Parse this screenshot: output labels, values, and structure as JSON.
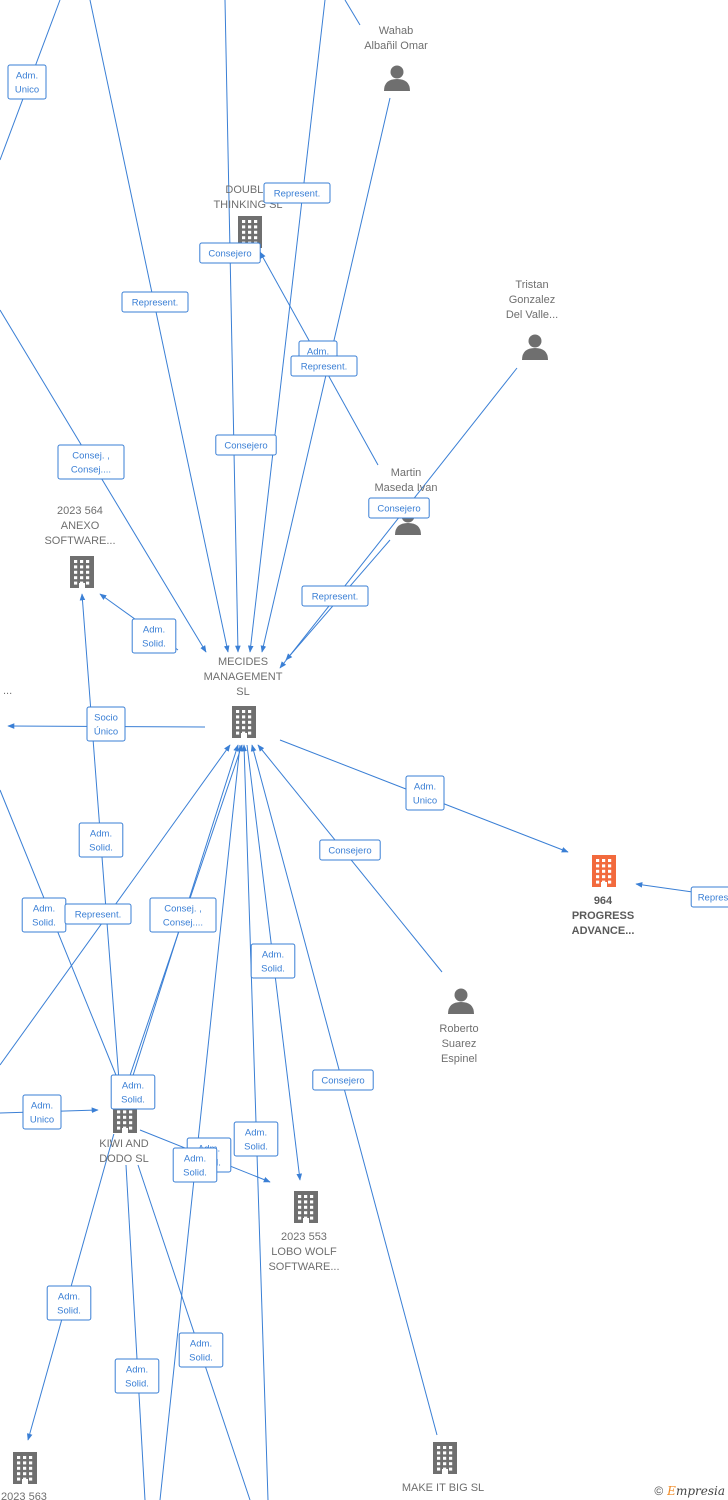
{
  "nodes": [
    {
      "id": "wahab",
      "type": "person",
      "lines": [
        "Wahab",
        "Albañil Omar"
      ]
    },
    {
      "id": "double",
      "type": "company",
      "lines": [
        "DOUBLE",
        "THINKING SL"
      ]
    },
    {
      "id": "tristan",
      "type": "person",
      "lines": [
        "Tristan",
        "Gonzalez",
        "Del Valle..."
      ]
    },
    {
      "id": "martin",
      "type": "person",
      "lines": [
        "Martin",
        "Maseda Ivan"
      ]
    },
    {
      "id": "anexo",
      "type": "company",
      "lines": [
        "2023 564",
        "ANEXO",
        "SOFTWARE..."
      ]
    },
    {
      "id": "mecides",
      "type": "company",
      "lines": [
        "MECIDES",
        "MANAGEMENT",
        "SL"
      ]
    },
    {
      "id": "progress",
      "type": "company",
      "highlight": true,
      "lines": [
        "964",
        "PROGRESS",
        "ADVANCE..."
      ]
    },
    {
      "id": "roberto",
      "type": "person",
      "lines": [
        "Roberto",
        "Suarez",
        "Espinel"
      ]
    },
    {
      "id": "kiwi",
      "type": "company",
      "lines": [
        "KIWI AND",
        "DODO  SL"
      ]
    },
    {
      "id": "lobo",
      "type": "company",
      "lines": [
        "2023 553",
        "LOBO WOLF",
        "SOFTWARE..."
      ]
    },
    {
      "id": "makeit",
      "type": "company",
      "lines": [
        "MAKE IT BIG  SL"
      ]
    },
    {
      "id": "n563",
      "type": "company",
      "lines": [
        "2023 563"
      ]
    },
    {
      "id": "leftcut",
      "type": "offscreen",
      "lines": [
        "..."
      ]
    }
  ],
  "badges": [
    {
      "lines": [
        "Adm.",
        "Unico"
      ]
    },
    {
      "lines": [
        "Represent."
      ]
    },
    {
      "lines": [
        "Consejero"
      ]
    },
    {
      "lines": [
        "Represent."
      ]
    },
    {
      "lines": [
        "Adm."
      ]
    },
    {
      "lines": [
        "Represent."
      ]
    },
    {
      "lines": [
        "Consejero"
      ]
    },
    {
      "lines": [
        "Consej. ,",
        "Consej...."
      ]
    },
    {
      "lines": [
        "Consejero"
      ]
    },
    {
      "lines": [
        "Represent."
      ]
    },
    {
      "lines": [
        "Adm.",
        "Solid."
      ]
    },
    {
      "lines": [
        "Socio",
        "Único"
      ]
    },
    {
      "lines": [
        "Adm.",
        "Unico"
      ]
    },
    {
      "lines": [
        "Consejero"
      ]
    },
    {
      "lines": [
        "Repres"
      ]
    },
    {
      "lines": [
        "Adm.",
        "Solid."
      ]
    },
    {
      "lines": [
        "Adm.",
        "Solid."
      ]
    },
    {
      "lines": [
        "Represent."
      ]
    },
    {
      "lines": [
        "Consej. ,",
        "Consej...."
      ]
    },
    {
      "lines": [
        "Adm.",
        "Solid."
      ]
    },
    {
      "lines": [
        "Consejero"
      ]
    },
    {
      "lines": [
        "Adm.",
        "Solid."
      ]
    },
    {
      "lines": [
        "Adm.",
        "Unico"
      ]
    },
    {
      "lines": [
        "Adm.",
        "Solid."
      ]
    },
    {
      "lines": [
        "Adm.",
        "Solid."
      ]
    },
    {
      "lines": [
        "Adm.",
        "Solid."
      ]
    },
    {
      "lines": [
        "Adm.",
        "Solid."
      ]
    },
    {
      "lines": [
        "Adm.",
        "Solid."
      ]
    },
    {
      "lines": [
        "Adm.",
        "Solid."
      ]
    }
  ],
  "colors": {
    "edge": "#3a7fd5",
    "icon": "#6f6f6f",
    "highlight": "#f26a3d",
    "label": "#6f6f6f"
  },
  "footer": {
    "copyright": "©",
    "brand_first": "E",
    "brand_rest": "mpresia"
  }
}
